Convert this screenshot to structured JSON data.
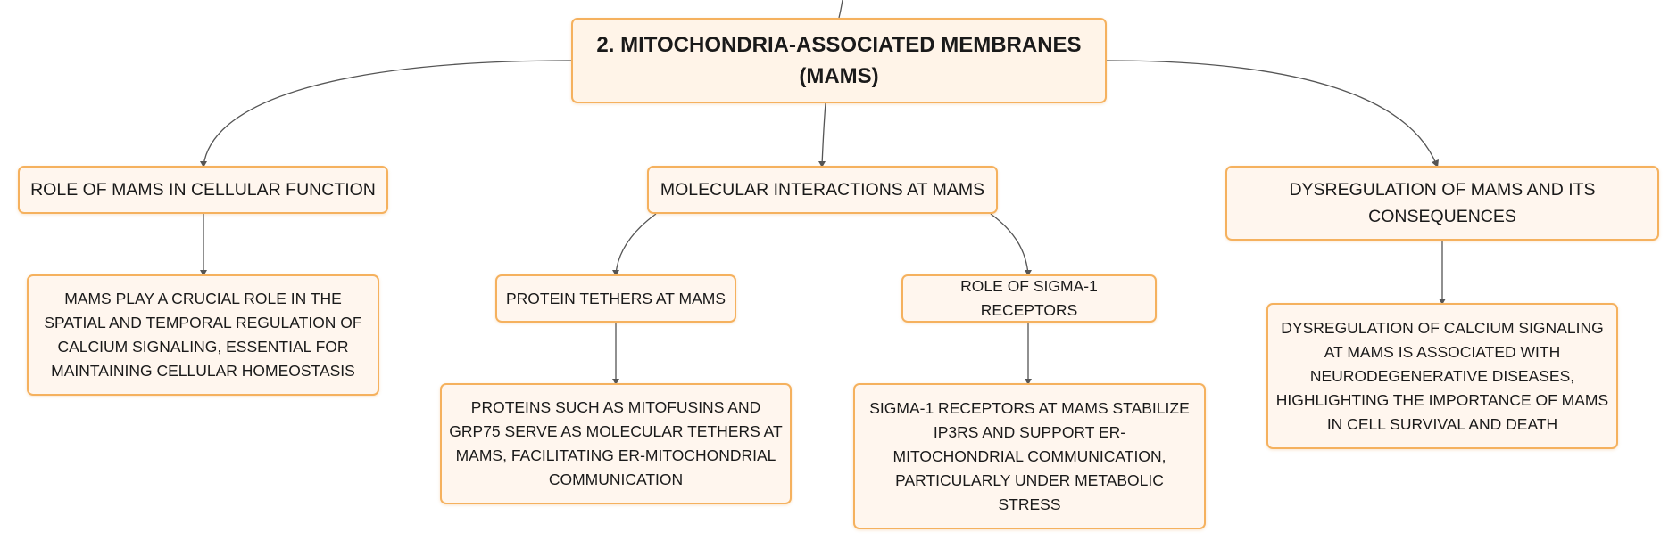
{
  "mindmap": {
    "root": {
      "label": "2. MITOCHONDRIA-ASSOCIATED MEMBRANES (MAMS)"
    },
    "branches": [
      {
        "label": "ROLE OF MAMS IN CELLULAR FUNCTION",
        "detail": "MAMS PLAY A CRUCIAL ROLE IN THE SPATIAL AND TEMPORAL REGULATION OF CALCIUM SIGNALING, ESSENTIAL FOR MAINTAINING CELLULAR HOMEOSTASIS"
      },
      {
        "label": "MOLECULAR INTERACTIONS AT MAMS",
        "children": [
          {
            "label": "PROTEIN TETHERS AT MAMS",
            "detail": "PROTEINS SUCH AS MITOFUSINS AND GRP75 SERVE AS MOLECULAR TETHERS AT MAMS, FACILITATING ER-MITOCHONDRIAL COMMUNICATION"
          },
          {
            "label": "ROLE OF SIGMA-1 RECEPTORS",
            "detail": "SIGMA-1 RECEPTORS AT MAMS STABILIZE IP3RS AND SUPPORT ER-MITOCHONDRIAL COMMUNICATION, PARTICULARLY UNDER METABOLIC STRESS"
          }
        ]
      },
      {
        "label": "DYSREGULATION OF MAMS AND ITS CONSEQUENCES",
        "detail": "DYSREGULATION OF CALCIUM SIGNALING AT MAMS IS ASSOCIATED WITH NEURODEGENERATIVE DISEASES, HIGHLIGHTING THE IMPORTANCE OF MAMS IN CELL SURVIVAL AND DEATH"
      }
    ]
  },
  "colors": {
    "node_border": "#f5b15e",
    "node_fill": "#fff6ee",
    "connector": "#555555",
    "text": "#1a1a1a"
  }
}
